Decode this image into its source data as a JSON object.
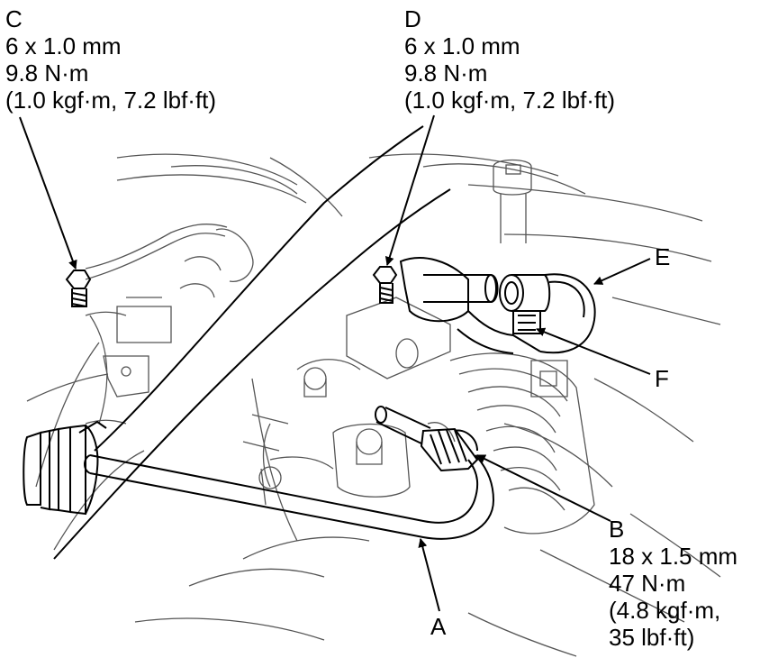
{
  "callouts": {
    "A": {
      "letter": "A"
    },
    "B": {
      "letter": "B",
      "size": "18 x 1.5 mm",
      "torque": "47 N·m",
      "alt1": "(4.8 kgf·m,",
      "alt2": "35 lbf·ft)"
    },
    "C": {
      "letter": "C",
      "size": "6 x 1.0 mm",
      "torque": "9.8 N·m",
      "alt": "(1.0 kgf·m, 7.2 lbf·ft)"
    },
    "D": {
      "letter": "D",
      "size": "6 x 1.0 mm",
      "torque": "9.8 N·m",
      "alt": "(1.0 kgf·m, 7.2 lbf·ft)"
    },
    "E": {
      "letter": "E"
    },
    "F": {
      "letter": "F"
    }
  }
}
